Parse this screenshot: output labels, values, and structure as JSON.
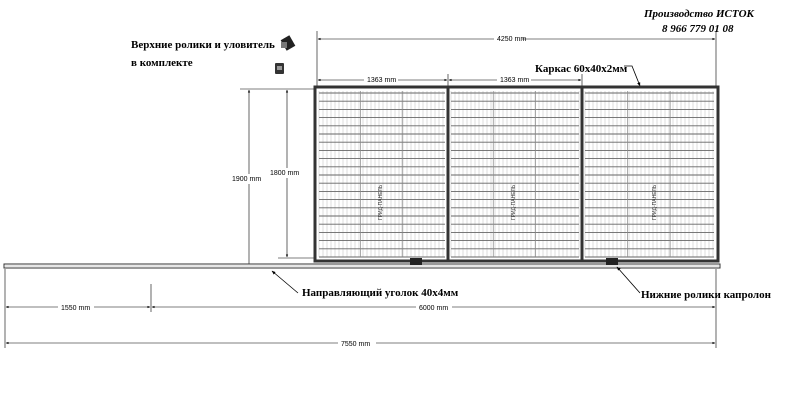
{
  "header": {
    "company": "Производство ИСТОК",
    "phone": "8 966 779 01 08"
  },
  "callouts": {
    "top_rollers_line1": "Верхние ролики и уловитель",
    "top_rollers_line2": "в комплекте",
    "frame": "Каркас 60х40х2мм",
    "guide_rail": "Направляющий уголок 40х4мм",
    "bottom_rollers": "Нижние ролики капролон"
  },
  "dimensions": {
    "gate_width": "4250 mm",
    "panel_left": "1363 mm",
    "panel_right": "1363 mm",
    "total_height": "1900 mm",
    "panel_height": "1800 mm",
    "counterweight": "1550 mm",
    "rail_length": "6000 mm",
    "overall_length": "7550 mm"
  },
  "panel_stamp": "ГРИД-ПАНЕЛЬ"
}
